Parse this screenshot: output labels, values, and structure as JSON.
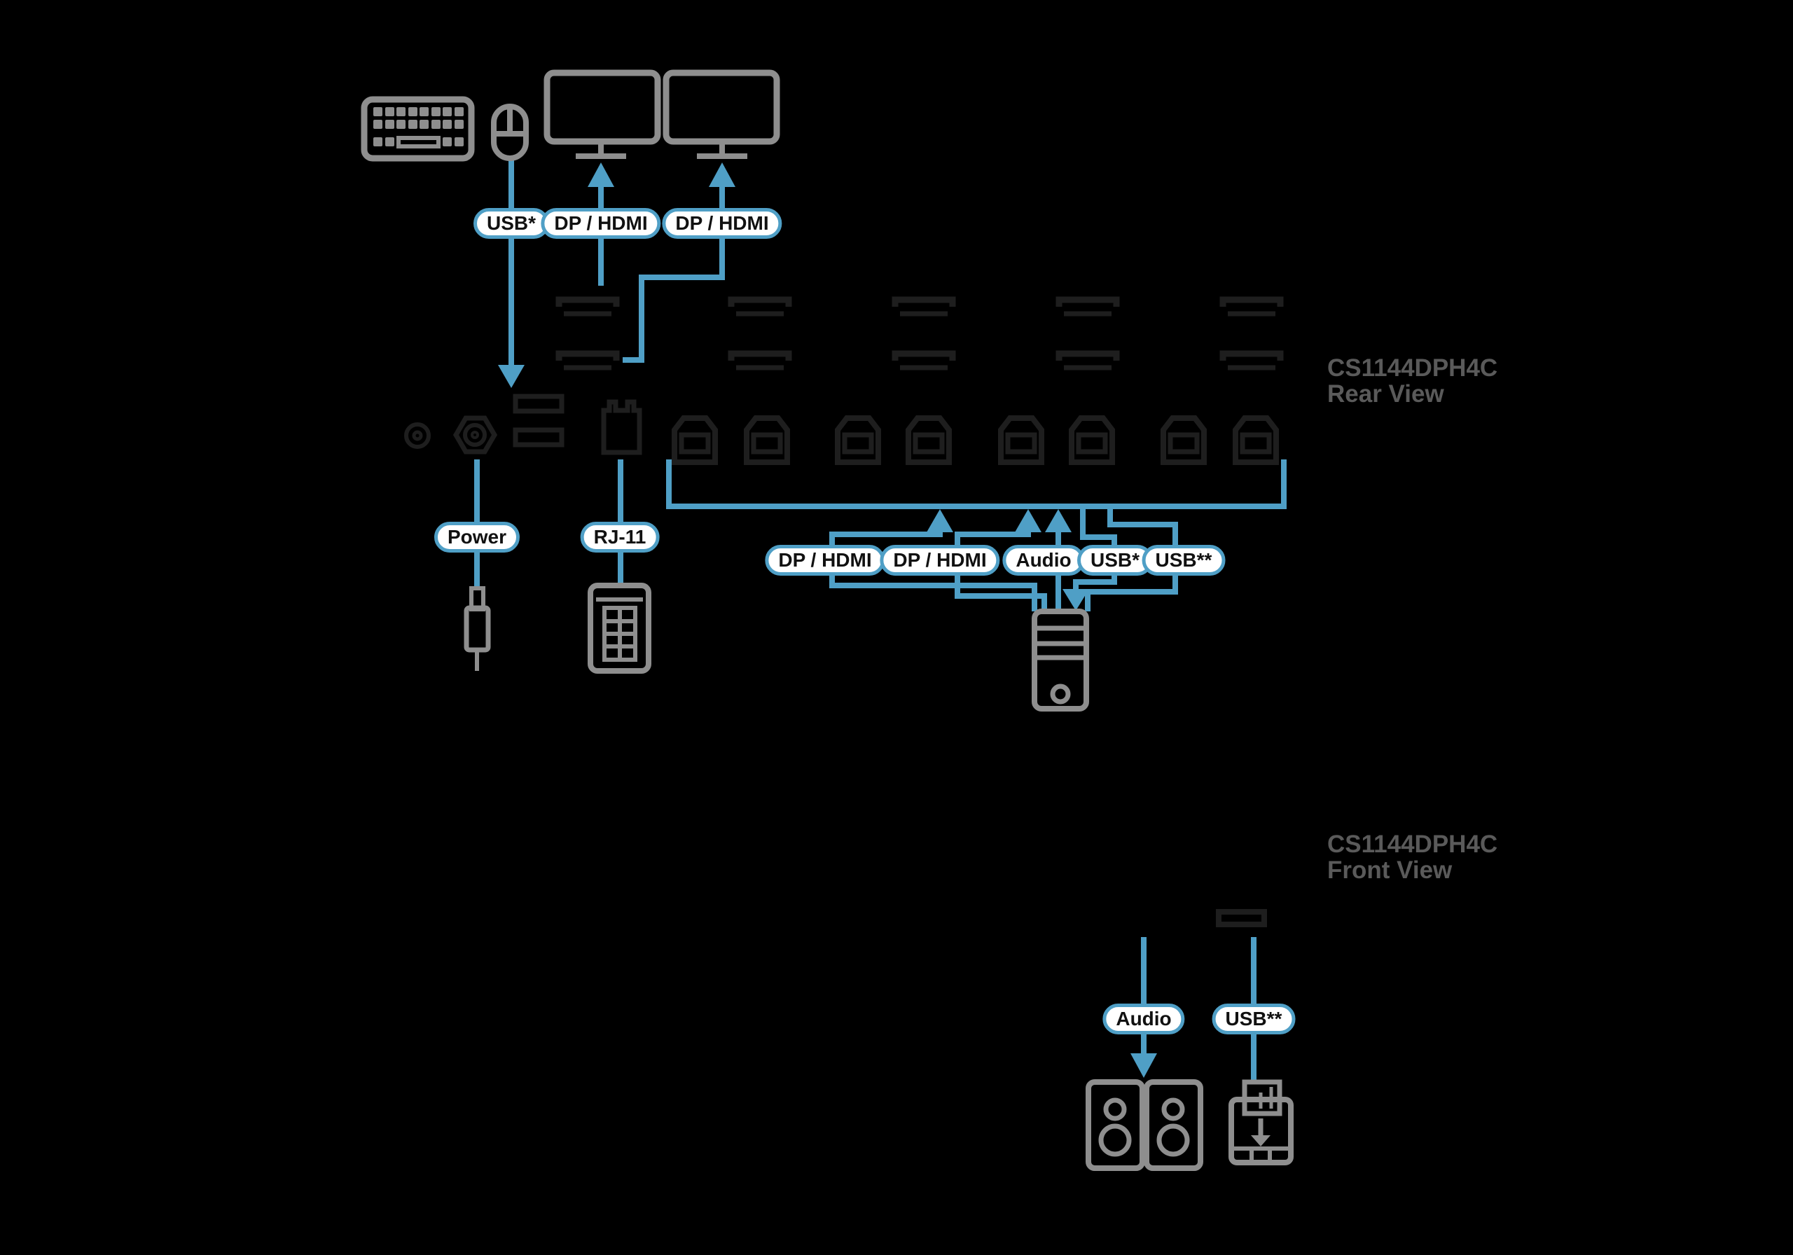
{
  "colors": {
    "bg": "#000000",
    "cable": "#4f9fc6",
    "pill_border": "#4f9fc6",
    "pill_fill": "#ffffff",
    "pill_text": "#111111",
    "icon_gray": "#8e8e8e",
    "port_dark": "#1e1e1e",
    "title_gray": "#5a5a5a"
  },
  "rear_title": {
    "model": "CS1144DPH4C",
    "view": "Rear View"
  },
  "front_title": {
    "model": "CS1144DPH4C",
    "view": "Front View"
  },
  "labels": {
    "kb_mouse_usb": "USB*",
    "monitor1": "DP / HDMI",
    "monitor2": "DP / HDMI",
    "power": "Power",
    "rj11": "RJ-11",
    "cpu_video1": "DP / HDMI",
    "cpu_video2": "DP / HDMI",
    "cpu_audio": "Audio",
    "cpu_usb_keyboard": "USB*",
    "cpu_usb_peripheral": "USB**",
    "front_audio": "Audio",
    "front_usb": "USB**"
  },
  "icons": {
    "keyboard": "keyboard-icon",
    "mouse": "mouse-icon",
    "monitor_left": "monitor-icon",
    "monitor_right": "monitor-icon",
    "power_plug": "power-plug-icon",
    "rj11_connector": "rj11-connector-icon",
    "computer_tower": "computer-tower-icon",
    "speakers": "speakers-icon",
    "usb_flash_drive": "usb-flash-drive-icon"
  }
}
